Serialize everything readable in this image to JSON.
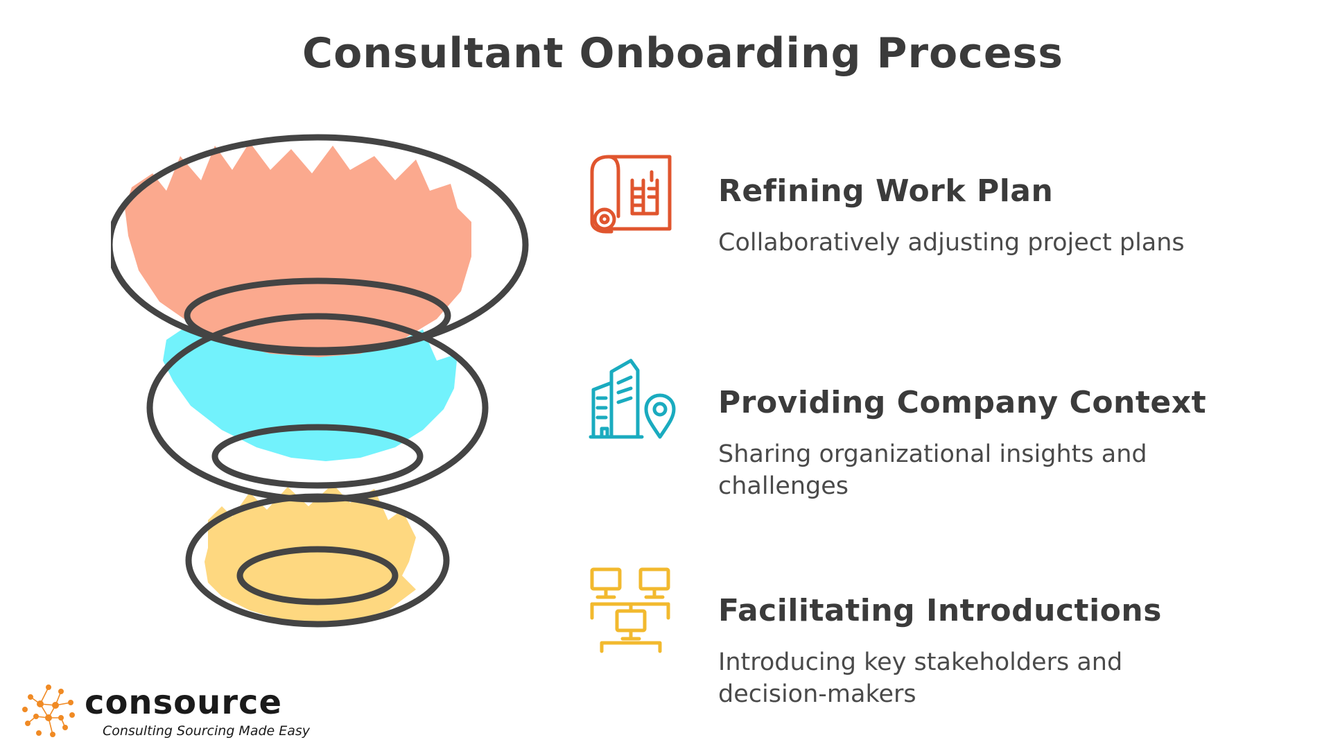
{
  "title": "Consultant Onboarding Process",
  "steps": [
    {
      "title": "Refining Work Plan",
      "description": "Collaboratively adjusting project plans",
      "icon": "blueprint-icon",
      "color": "#E0552E"
    },
    {
      "title": "Providing Company Context",
      "description": "Sharing organizational insights and challenges",
      "icon": "office-location-icon",
      "color": "#1AABBF"
    },
    {
      "title": "Facilitating Introductions",
      "description": "Introducing key stakeholders and decision-makers",
      "icon": "network-monitors-icon",
      "color": "#F2B92E"
    }
  ],
  "funnel_colors": [
    "#FBA98E",
    "#72F2FC",
    "#FED880"
  ],
  "outline_color": "#444444",
  "logo": {
    "word": "consource",
    "tagline": "Consulting Sourcing Made Easy",
    "accent": "#F08A24"
  }
}
